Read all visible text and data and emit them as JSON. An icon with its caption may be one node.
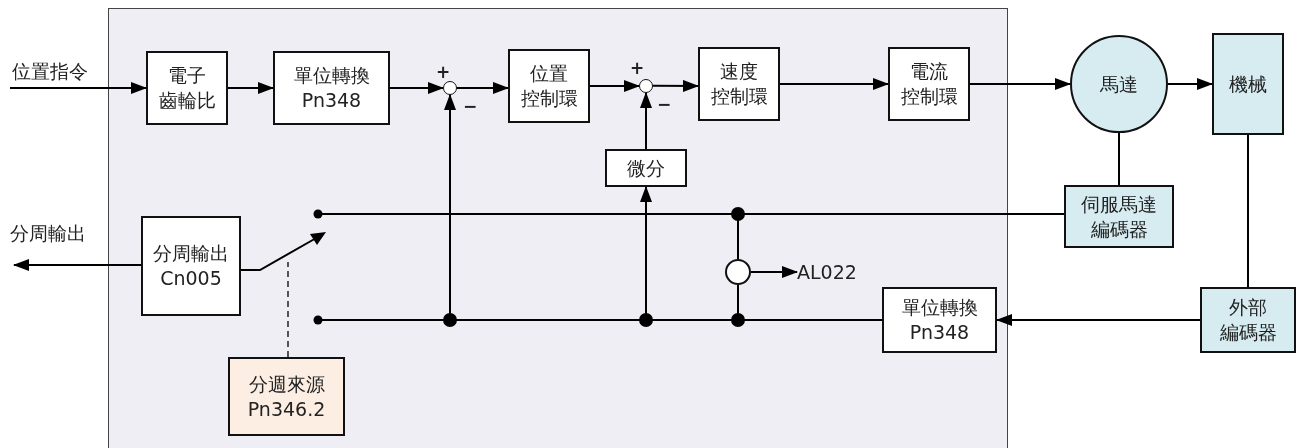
{
  "diagram": {
    "nodes": [
      {
        "text": [
          "電子齒輪比"
        ]
      },
      {
        "text": [
          "單位轉換 Pn348"
        ]
      },
      {
        "text": [],
        "shape": "circle"
      },
      {
        "text": [
          "位置控制環"
        ]
      },
      {
        "text": [],
        "shape": "circle"
      },
      {
        "text": [
          "速度控制環"
        ]
      },
      {
        "text": [
          "電流控制環"
        ]
      },
      {
        "text": [
          "馬達"
        ]
      },
      {
        "text": [
          "機械"
        ]
      },
      {
        "text": [
          "微分"
        ]
      },
      {
        "text": [
          "伺服馬達編碼器"
        ]
      },
      {
        "text": [
          "外部編碼器"
        ]
      },
      {
        "text": [
          "單位轉換 Pn348"
        ]
      },
      {
        "text": [
          "分周輸出 Cn005"
        ]
      },
      {
        "text": [
          "分週來源 Pn346.2"
        ]
      },
      {
        "text": [
          "AL022"
        ]
      },
      {
        "text": [],
        "shape": "circle"
      }
    ],
    "edges": [
      {
        "from": null,
        "to": 0,
        "arrow": "to",
        "label": "位置指令"
      },
      {
        "from": 0,
        "to": 1,
        "arrow": "to"
      },
      {
        "from": 1,
        "to": 2,
        "arrow": "to"
      },
      {
        "from": 2,
        "to": 3,
        "arrow": "to"
      },
      {
        "from": 3,
        "to": 4,
        "arrow": "to"
      },
      {
        "from": 4,
        "to": 5,
        "arrow": "to"
      },
      {
        "from": 5,
        "to": 6,
        "arrow": "to"
      },
      {
        "from": 6,
        "to": 7,
        "arrow": "to"
      },
      {
        "from": 7,
        "to": 8,
        "arrow": "to"
      },
      {
        "from": 7,
        "to": 10,
        "arrow": "none"
      },
      {
        "from": 8,
        "to": 11,
        "arrow": "none"
      },
      {
        "from": 11,
        "to": 12,
        "arrow": "to"
      },
      {
        "from": 9,
        "to": 4,
        "arrow": "to"
      },
      {
        "from": 12,
        "to": 2,
        "arrow": "to"
      },
      {
        "from": 12,
        "to": 9,
        "arrow": "to"
      },
      {
        "from": 12,
        "to": 16,
        "arrow": "none"
      },
      {
        "from": 12,
        "to": null,
        "arrow": "other"
      },
      {
        "from": 10,
        "to": 16,
        "arrow": "none"
      },
      {
        "from": 10,
        "to": 13,
        "arrow": "other"
      },
      {
        "from": 16,
        "to": 15,
        "arrow": "to"
      },
      {
        "from": 13,
        "to": null,
        "arrow": "to",
        "label": "分周輸出"
      },
      {
        "from": 14,
        "to": 13,
        "arrow": "none",
        "style": "dashed"
      }
    ],
    "labels": [
      "+",
      "−",
      "+",
      "−"
    ]
  }
}
